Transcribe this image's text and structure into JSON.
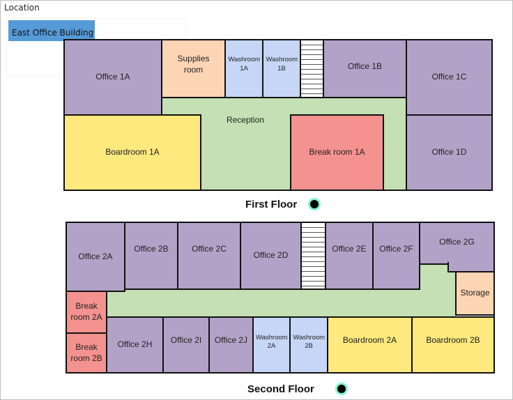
{
  "location_label": "Location",
  "building": "East Office Building",
  "colors": {
    "office": "#b3a2c7",
    "supplies": "#fcd5b5",
    "washroom": "#c6d6f6",
    "corridor": "#c4e0b4",
    "boardroom": "#fde97d",
    "break": "#f4928f",
    "marker": "#7ff5cf"
  },
  "first_floor": {
    "title": "First Floor",
    "rooms": [
      "Office 1A",
      "Supplies room",
      "Washroom 1A",
      "Washroom 1B",
      "Office 1B",
      "Office 1C",
      "Reception",
      "Boardroom 1A",
      "Break room 1A",
      "Office 1D"
    ]
  },
  "second_floor": {
    "title": "Second Floor",
    "rooms": [
      "Office 2A",
      "Office 2B",
      "Office 2C",
      "Office 2D",
      "Office 2E",
      "Office 2F",
      "Office 2G",
      "Storage",
      "Break room 2A",
      "Break room 2B",
      "Office 2H",
      "Office 2I",
      "Office 2J",
      "Washroom 2A",
      "Washroom 2B",
      "Boardroom 2A",
      "Boardroom 2B"
    ]
  }
}
